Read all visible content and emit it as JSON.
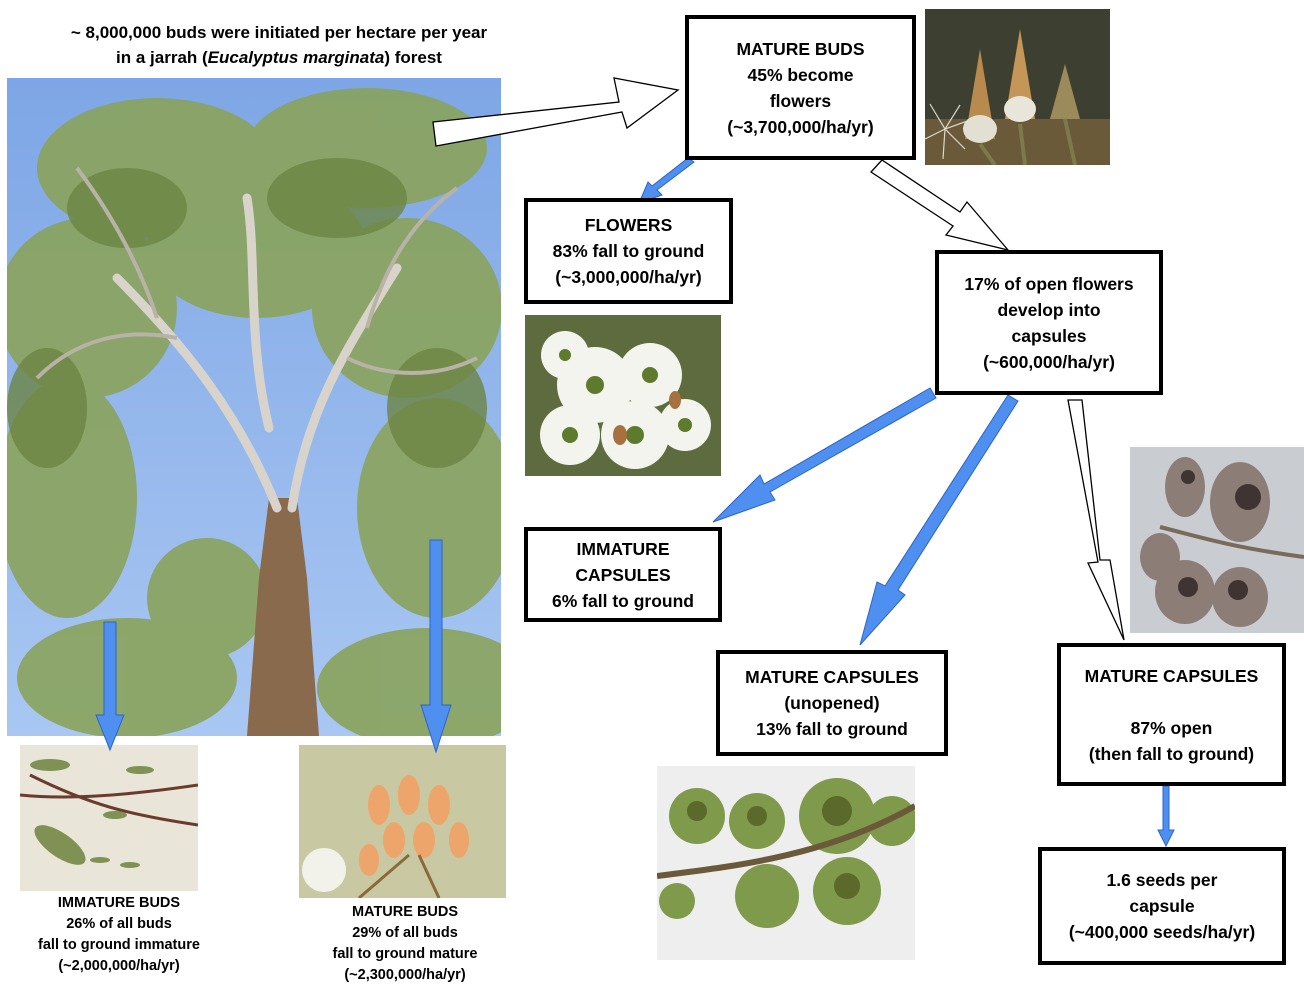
{
  "title": {
    "pre": "~ 8,000,000 buds were initiated per hectare per year",
    "line2_pre": "in a jarrah (",
    "species": "Eucalyptus marginata",
    "line2_post": ") forest"
  },
  "boxes": {
    "mature_buds": [
      "MATURE BUDS",
      "45% become",
      "flowers",
      "(~3,700,000/ha/yr)"
    ],
    "flowers": [
      "FLOWERS",
      "83% fall to ground",
      "(~3,000,000/ha/yr)"
    ],
    "open_flowers": [
      "17% of open flowers",
      "develop into",
      "capsules",
      "(~600,000/ha/yr)"
    ],
    "immature_capsules": [
      "IMMATURE",
      "CAPSULES",
      "6% fall to ground"
    ],
    "mature_capsules_unopened": [
      "MATURE CAPSULES",
      "(unopened)",
      "13% fall to ground"
    ],
    "mature_capsules_open": [
      "MATURE CAPSULES",
      "",
      "87% open",
      "(then fall to ground)"
    ],
    "seeds": [
      "1.6 seeds per",
      "capsule",
      "(~400,000 seeds/ha/yr)"
    ]
  },
  "captions": {
    "immature_buds": [
      "IMMATURE BUDS",
      "26% of all buds",
      "fall to ground immature",
      "(~2,000,000/ha/yr)"
    ],
    "mature_buds_ground": [
      "MATURE BUDS",
      "29% of all buds",
      "fall to ground mature",
      "(~2,300,000/ha/yr)"
    ]
  },
  "colors": {
    "arrow_blue": "#4f8ff0",
    "arrow_outline_blue": "#2d63c8",
    "box_border": "#000000",
    "sky": "#8fb6ec",
    "foliage": "#7e9a52"
  }
}
